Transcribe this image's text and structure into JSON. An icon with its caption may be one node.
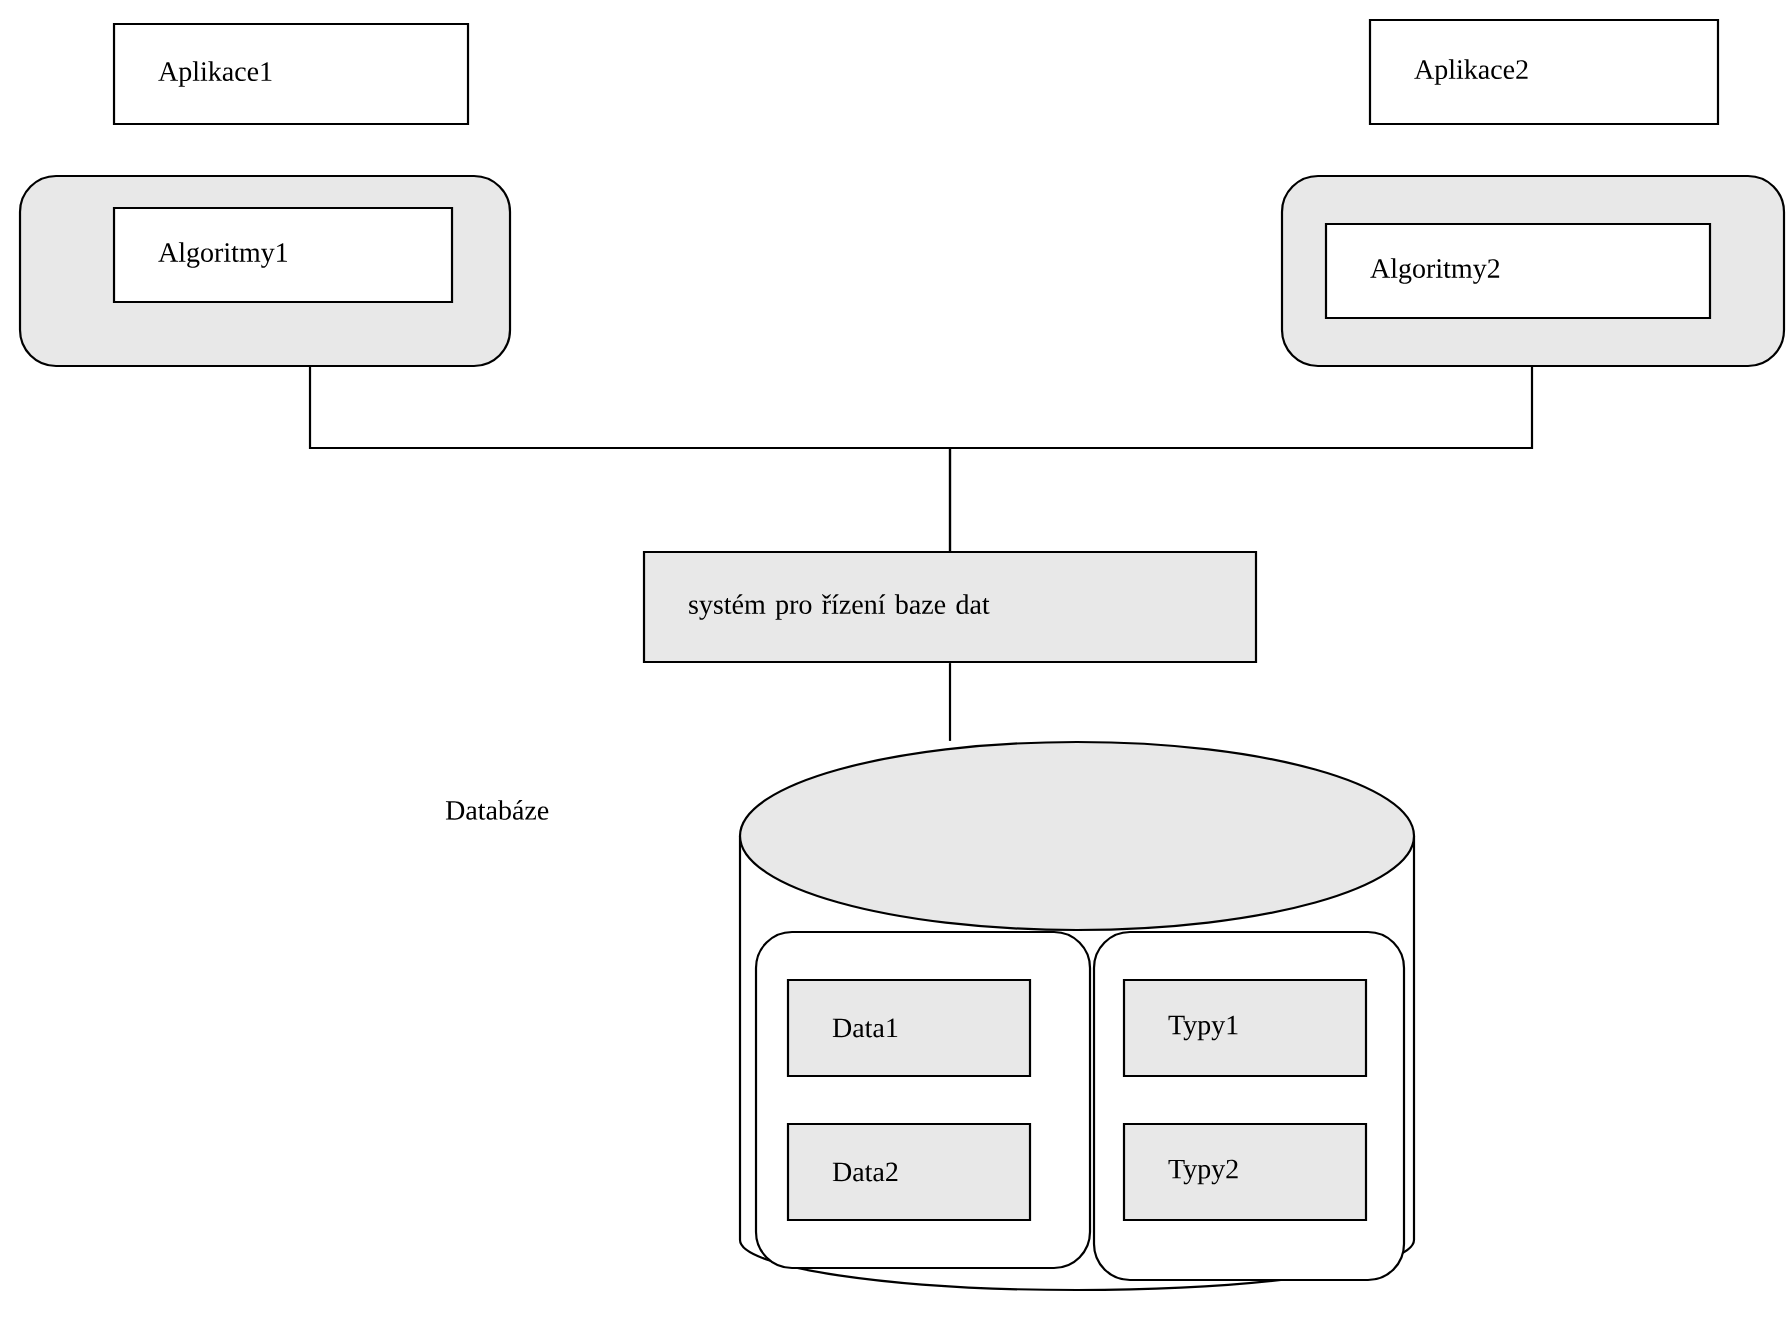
{
  "diagram": {
    "nodes": [
      {
        "text": [
          "Aplikace1"
        ]
      },
      {
        "text": [],
        "shape": "box"
      },
      {
        "text": [
          "Algoritmy1"
        ],
        "in": 1
      },
      {
        "text": [
          "Aplikace2"
        ]
      },
      {
        "text": [],
        "shape": "box"
      },
      {
        "text": [
          "Algoritmy2"
        ],
        "in": 4
      },
      {
        "text": [
          "systém pro řízení baze dat"
        ]
      },
      {
        "text": [],
        "shape": "cylinder"
      },
      {
        "text": [],
        "shape": "box",
        "in": 7
      },
      {
        "text": [
          "Data1"
        ],
        "in": 8
      },
      {
        "text": [
          "Data2"
        ],
        "in": 8
      },
      {
        "text": [],
        "shape": "box",
        "in": 7
      },
      {
        "text": [
          "Typy1"
        ],
        "in": 11
      },
      {
        "text": [
          "Typy2"
        ],
        "in": 11
      }
    ],
    "edges": [
      {
        "from": 1,
        "to": 6,
        "arrow": "none"
      },
      {
        "from": 4,
        "to": 6,
        "arrow": "none"
      },
      {
        "from": 6,
        "to": 7,
        "arrow": "none"
      }
    ],
    "labels": [
      "Databáze"
    ]
  }
}
